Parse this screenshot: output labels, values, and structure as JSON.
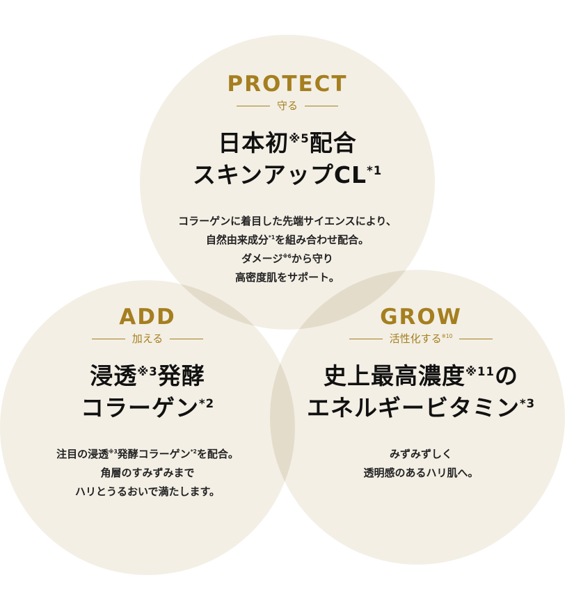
{
  "colors": {
    "circle_fill": "#f2ede2",
    "accent_gold": "#a57f1f",
    "text_dark": "#111111"
  },
  "protect": {
    "eyebrow": "PROTECT",
    "sub": "守る",
    "title_line1_main": "日本初",
    "title_line1_mark": "※5",
    "title_line1_end": "配合",
    "title_line2_main": "スキンアップCL",
    "title_line2_mark": "*1",
    "body_line1": "コラーゲンに着目した先端サイエンスにより、",
    "body_line2_main": "自然由来成分",
    "body_line2_mark": "*1",
    "body_line2_end": "を組み合わせ配合。",
    "body_line3_main": "ダメージ",
    "body_line3_mark": "※6",
    "body_line3_end": "から守り",
    "body_line4": "高密度肌をサポート。"
  },
  "add": {
    "eyebrow": "ADD",
    "sub": "加える",
    "title_line1_main": "浸透",
    "title_line1_mark": "※3",
    "title_line1_end": "発酵",
    "title_line2_main": "コラーゲン",
    "title_line2_mark": "*2",
    "body_line1_a": "注目の浸透",
    "body_line1_mark1": "※3",
    "body_line1_b": "発酵コラーゲン",
    "body_line1_mark2": "*2",
    "body_line1_c": "を配合。",
    "body_line2": "角層のすみずみまで",
    "body_line3": "ハリとうるおいで満たします。"
  },
  "grow": {
    "eyebrow": "GROW",
    "sub_main": "活性化する",
    "sub_mark": "※10",
    "title_line1_main": "史上最高濃度",
    "title_line1_mark": "※11",
    "title_line1_end": "の",
    "title_line2_main": "エネルギービタミン",
    "title_line2_mark": "*3",
    "body_line1": "みずみずしく",
    "body_line2": "透明感のあるハリ肌へ。"
  }
}
